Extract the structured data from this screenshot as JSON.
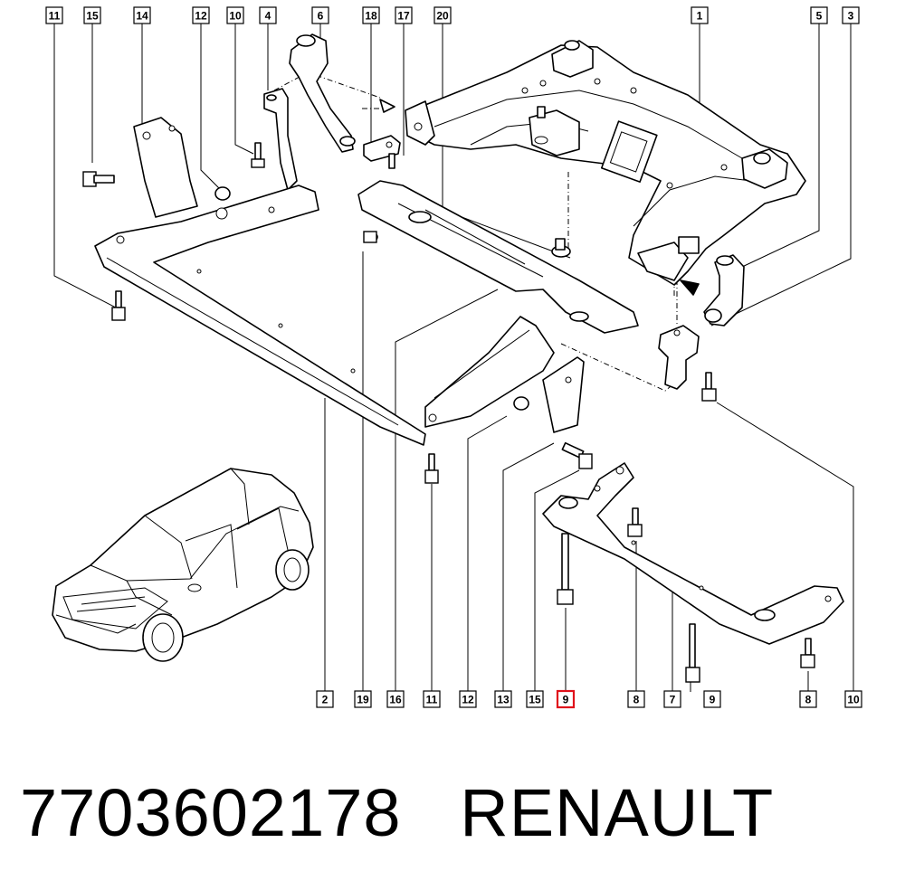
{
  "callouts_top": [
    {
      "label": "11"
    },
    {
      "label": "15"
    },
    {
      "label": "14"
    },
    {
      "label": "12"
    },
    {
      "label": "10"
    },
    {
      "label": "4"
    },
    {
      "label": "6"
    },
    {
      "label": "18"
    },
    {
      "label": "17"
    },
    {
      "label": "20"
    },
    {
      "label": "1"
    },
    {
      "label": "5"
    },
    {
      "label": "3"
    }
  ],
  "callouts_bottom": [
    {
      "label": "2"
    },
    {
      "label": "19"
    },
    {
      "label": "16"
    },
    {
      "label": "11"
    },
    {
      "label": "12"
    },
    {
      "label": "13"
    },
    {
      "label": "15"
    },
    {
      "label": "9",
      "highlighted": true
    },
    {
      "label": "8"
    },
    {
      "label": "7"
    },
    {
      "label": "9"
    },
    {
      "label": "8"
    },
    {
      "label": "10"
    }
  ],
  "footer": {
    "part_number": "7703602178",
    "brand": "RENAULT"
  },
  "colors": {
    "highlight": "#e0121b",
    "lines": "#000000",
    "background": "#ffffff"
  }
}
